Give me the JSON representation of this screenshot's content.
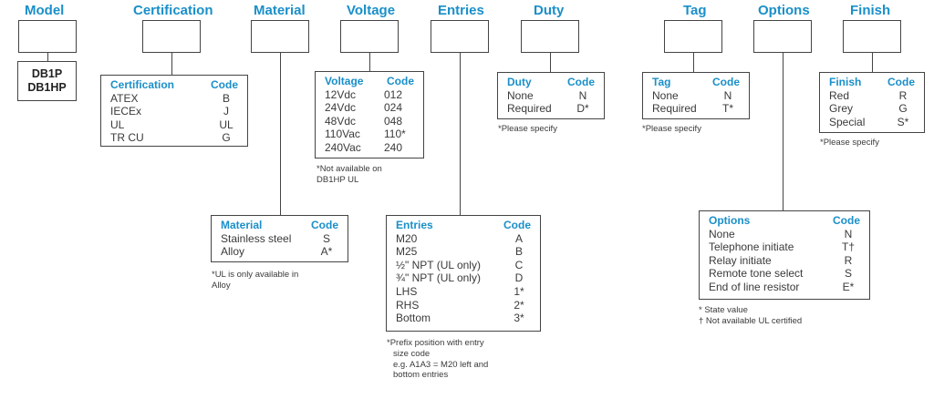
{
  "headers": {
    "model": "Model",
    "certification": "Certification",
    "material": "Material",
    "voltage": "Voltage",
    "entries": "Entries",
    "duty": "Duty",
    "tag": "Tag",
    "options": "Options",
    "finish": "Finish"
  },
  "model": {
    "codes": [
      "DB1P",
      "DB1HP"
    ]
  },
  "certification": {
    "head": "Certification",
    "code_head": "Code",
    "rows": [
      {
        "name": "ATEX",
        "code": "B"
      },
      {
        "name": "IECEx",
        "code": "J"
      },
      {
        "name": "UL",
        "code": "UL"
      },
      {
        "name": "TR CU",
        "code": "G"
      }
    ]
  },
  "material": {
    "head": "Material",
    "code_head": "Code",
    "rows": [
      {
        "name": "Stainless steel",
        "code": "S"
      },
      {
        "name": "Alloy",
        "code": "A*"
      }
    ],
    "notes": [
      "*UL is only available in",
      "Alloy"
    ]
  },
  "voltage": {
    "head": "Voltage",
    "code_head": "Code",
    "rows": [
      {
        "name": "12Vdc",
        "code": "012"
      },
      {
        "name": "24Vdc",
        "code": "024"
      },
      {
        "name": "48Vdc",
        "code": "048"
      },
      {
        "name": "110Vac",
        "code": "110*"
      },
      {
        "name": "240Vac",
        "code": "240"
      }
    ],
    "notes": [
      "*Not available on",
      "DB1HP UL"
    ]
  },
  "entries": {
    "head": "Entries",
    "code_head": "Code",
    "rows": [
      {
        "name": "M20",
        "code": "A"
      },
      {
        "name": "M25",
        "code": "B"
      },
      {
        "name": "½\" NPT (UL only)",
        "code": "C"
      },
      {
        "name": "¾\" NPT (UL only)",
        "code": "D"
      },
      {
        "name": "LHS",
        "code": "1*"
      },
      {
        "name": "RHS",
        "code": "2*"
      },
      {
        "name": "Bottom",
        "code": "3*"
      }
    ],
    "notes": [
      "*Prefix position with entry",
      "size code",
      "e.g. A1A3 = M20 left and",
      "bottom entries"
    ]
  },
  "duty": {
    "head": "Duty",
    "code_head": "Code",
    "rows": [
      {
        "name": "None",
        "code": "N"
      },
      {
        "name": "Required",
        "code": "D*"
      }
    ],
    "notes": [
      "*Please specify"
    ]
  },
  "tag": {
    "head": "Tag",
    "code_head": "Code",
    "rows": [
      {
        "name": "None",
        "code": "N"
      },
      {
        "name": "Required",
        "code": "T*"
      }
    ],
    "notes": [
      "*Please specify"
    ]
  },
  "options": {
    "head": "Options",
    "code_head": "Code",
    "rows": [
      {
        "name": "None",
        "code": "N"
      },
      {
        "name": "Telephone initiate",
        "code": "T†"
      },
      {
        "name": "Relay initiate",
        "code": "R"
      },
      {
        "name": "Remote tone select",
        "code": "S"
      },
      {
        "name": "End of line resistor",
        "code": "E*"
      }
    ],
    "notes": [
      "* State value",
      "† Not available UL certified"
    ]
  },
  "finish": {
    "head": "Finish",
    "code_head": "Code",
    "rows": [
      {
        "name": "Red",
        "code": "R"
      },
      {
        "name": "Grey",
        "code": "G"
      },
      {
        "name": "Special",
        "code": "S*"
      }
    ],
    "notes": [
      "*Please specify"
    ]
  },
  "colors": {
    "accent": "#1a8fc9",
    "line": "#444444",
    "text": "#3a3a3a"
  }
}
